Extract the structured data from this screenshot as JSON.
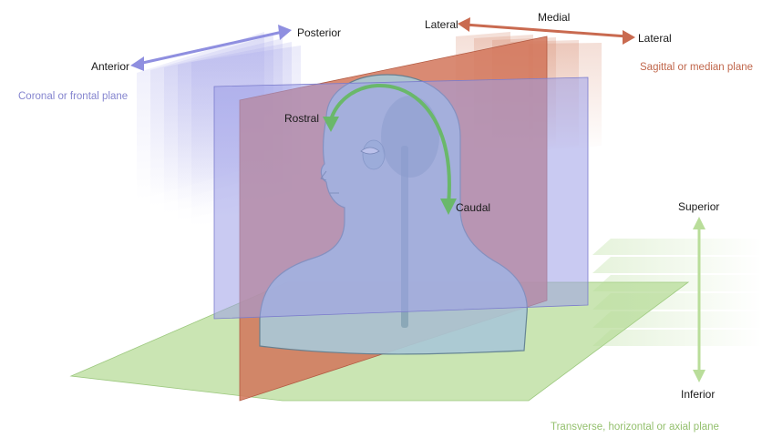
{
  "labels": {
    "anterior": "Anterior",
    "posterior": "Posterior",
    "lateral_left": "Lateral",
    "medial": "Medial",
    "lateral_right": "Lateral",
    "rostral": "Rostral",
    "caudal": "Caudal",
    "superior": "Superior",
    "inferior": "Inferior"
  },
  "planes": {
    "coronal": "Coronal or frontal plane",
    "sagittal": "Sagittal or median plane",
    "transverse": "Transverse, horizontal or axial plane"
  },
  "colors": {
    "coronal": "#8f8fe0",
    "sagittal": "#c96a50",
    "transverse": "#a8d48a",
    "rostral_caudal_arrow": "#6ab86a",
    "superior_inferior_arrow": "#b9dd9a",
    "head": "#a9c6d3"
  }
}
